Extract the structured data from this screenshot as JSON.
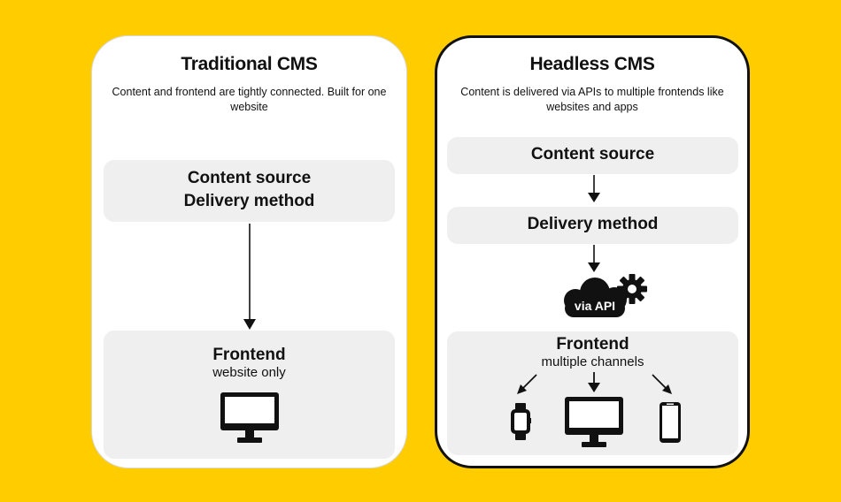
{
  "traditional": {
    "title": "Traditional CMS",
    "description": "Content and frontend are tightly connected. Built for one website",
    "source_box": {
      "line1": "Content source",
      "line2": "Delivery method"
    },
    "frontend_box": {
      "title": "Frontend",
      "subtitle": "website only"
    },
    "icons": [
      "desktop-monitor-icon"
    ]
  },
  "headless": {
    "title": "Headless CMS",
    "description": "Content is delivered via APIs to multiple frontends like websites and apps",
    "source_box": "Content source",
    "delivery_box": "Delivery method",
    "api_label": "via API",
    "frontend_box": {
      "title": "Frontend",
      "subtitle": "multiple channels"
    },
    "icons": [
      "cloud-icon",
      "gear-icon",
      "smartwatch-icon",
      "desktop-monitor-icon",
      "smartphone-icon"
    ]
  },
  "colors": {
    "background": "#FFCC00",
    "card": "#FFFFFF",
    "box": "#EFEFEF",
    "ink": "#111111"
  }
}
